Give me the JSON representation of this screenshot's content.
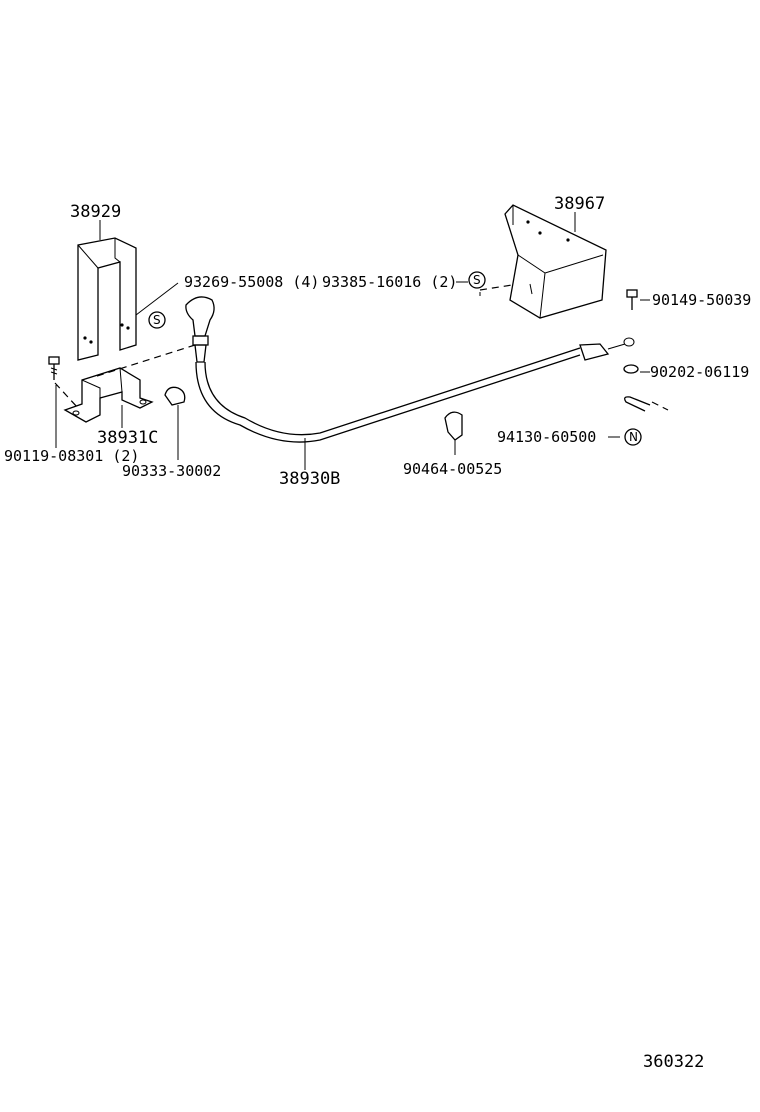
{
  "parts": {
    "p38929": "38929",
    "p38967": "38967",
    "p93269": "93269-55008 (4)",
    "p93385": "93385-16016 (2)",
    "p90149": "90149-50039",
    "p90202": "90202-06119",
    "p94130": "94130-60500",
    "p38931c": "38931C",
    "p90119": "90119-08301 (2)",
    "p90333": "90333-30002",
    "p38930b": "38930B",
    "p90464": "90464-00525"
  },
  "symbols": {
    "s_circle": "S",
    "n_circle": "N"
  },
  "figure_number": "360322"
}
